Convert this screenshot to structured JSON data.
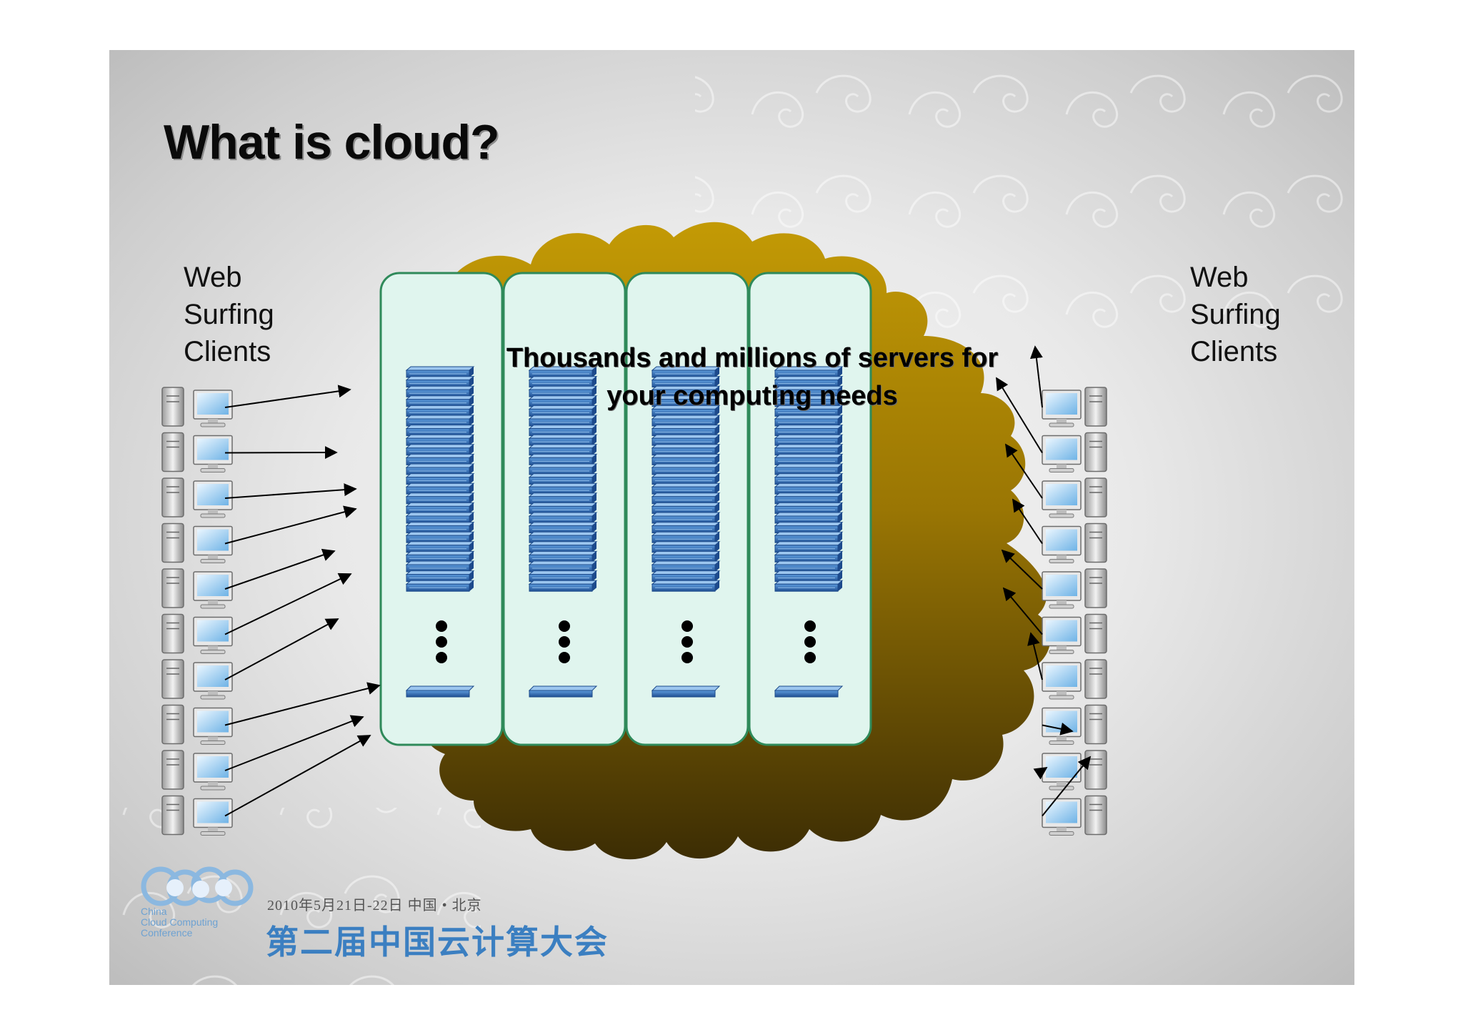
{
  "slide": {
    "title": "What is cloud?",
    "left_label": [
      "Web",
      "Surfing",
      "Clients"
    ],
    "right_label": [
      "Web",
      "Surfing",
      "Clients"
    ],
    "cloud_caption": [
      "Thousands and millions of servers for",
      "your computing needs"
    ]
  },
  "diagram": {
    "cloud_color": "#b58d04",
    "cloud_shadow_color": "#4f3c05",
    "panel_color": "#e0f5ee",
    "panel_border_color": "#2f8a5a",
    "server_color": "#2e6bb6",
    "server_panel_count": 4,
    "client_count_per_side": 10,
    "icons": [
      "desktop-computer-icon",
      "server-stack-icon",
      "ellipsis-dots-icon"
    ]
  },
  "footer": {
    "logo_lines": [
      "China",
      "Cloud Computing",
      "Conference"
    ],
    "date_location": "2010年5月21日-22日   中国 • 北京",
    "conference_name": "第二届中国云计算大会"
  }
}
